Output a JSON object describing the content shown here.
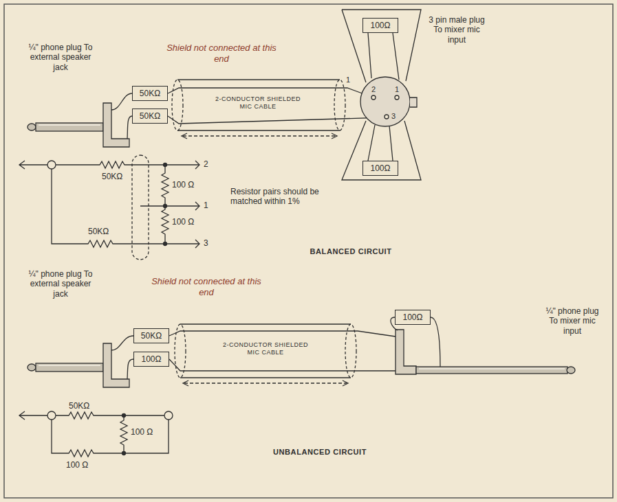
{
  "diagram": {
    "nodes": [
      {
        "text": [
          "100Ω"
        ]
      },
      {
        "text": [
          "50KΩ"
        ]
      },
      {
        "text": [
          "50KΩ"
        ]
      },
      {
        "text": [
          "100Ω"
        ]
      },
      {
        "text": [
          "50KΩ"
        ]
      },
      {
        "text": [
          "100Ω"
        ]
      },
      {
        "text": [
          "100Ω"
        ]
      }
    ],
    "labels": [
      "¼\" phone plug To external speaker jack",
      "Shield not connected at this end",
      "2-CONDUCTOR SHIELDED MIC CABLE",
      "3 pin male plug To mixer mic input",
      "1",
      "2",
      "1",
      "3",
      "50KΩ",
      "100 Ω",
      "100 Ω",
      "50KΩ",
      "2",
      "1",
      "3",
      "Resistor pairs should be matched within 1%",
      "BALANCED CIRCUIT",
      "¼\" phone plug To external speaker jack",
      "Shield not connected at this end",
      "2-CONDUCTOR SHIELDED MIC CABLE",
      "¼\" phone plug To mixer mic input",
      "50KΩ",
      "100 Ω",
      "100 Ω",
      "UNBALANCED CIRCUIT"
    ]
  }
}
